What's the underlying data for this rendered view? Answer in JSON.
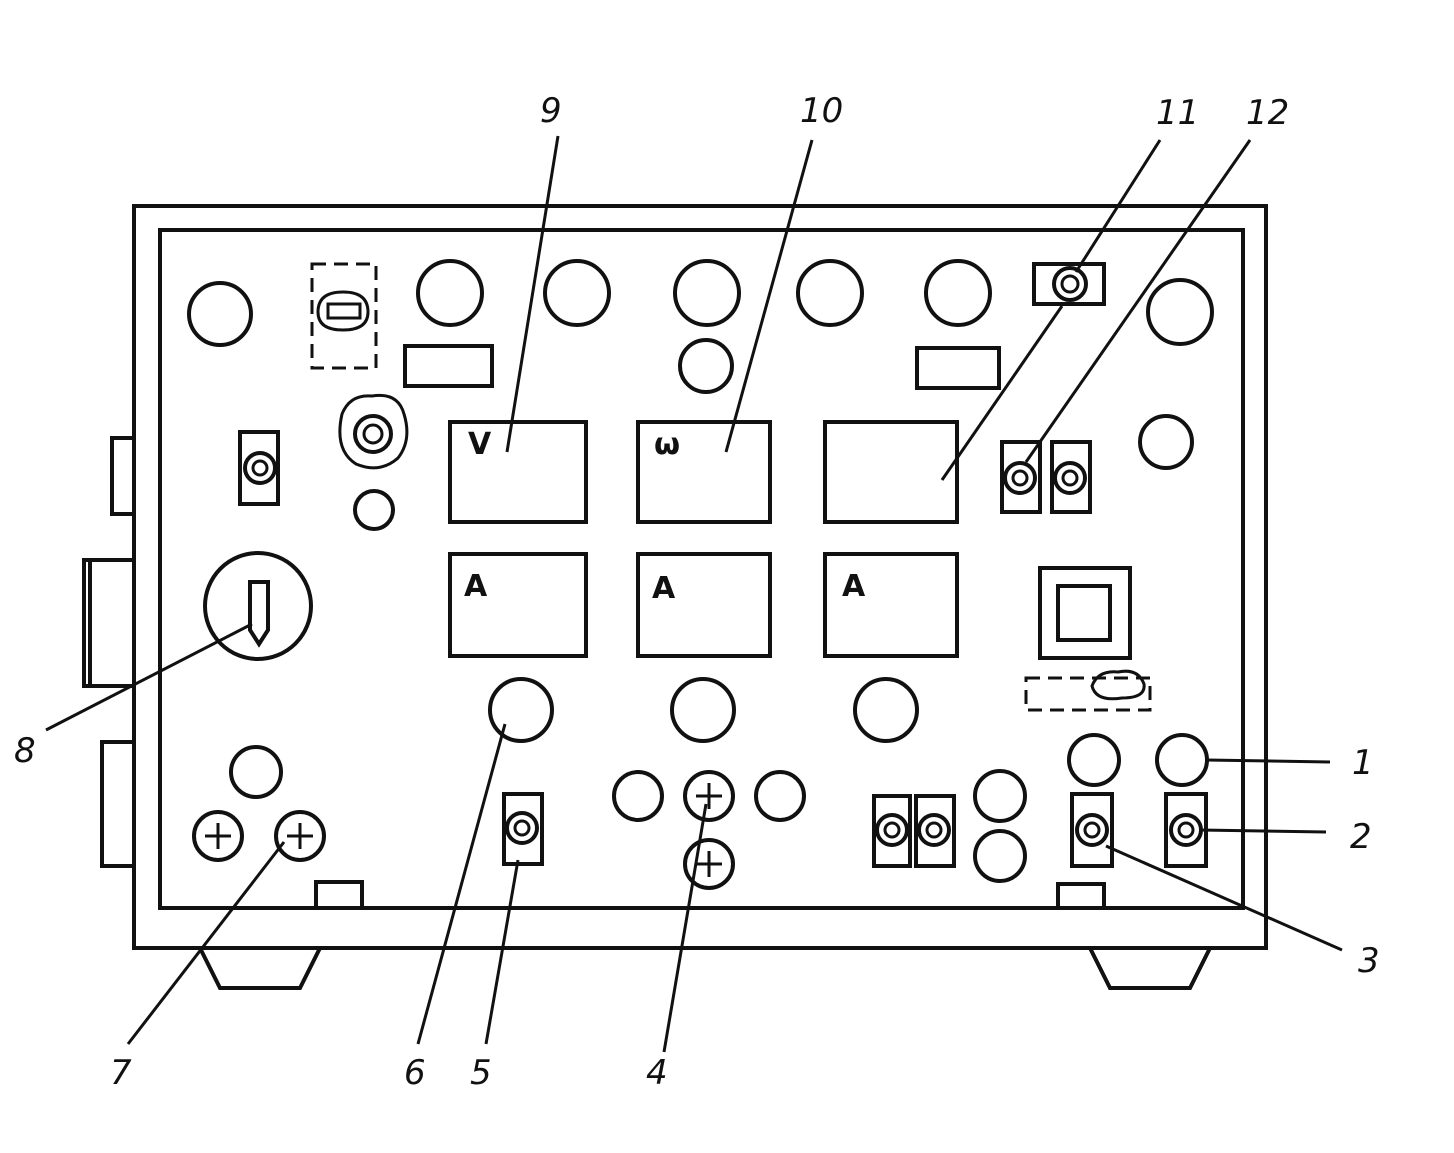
{
  "callouts": {
    "c1": "1",
    "c2": "2",
    "c3": "3",
    "c4": "4",
    "c5": "5",
    "c6": "6",
    "c7": "7",
    "c8": "8",
    "c9": "9",
    "c10": "10",
    "c11": "11",
    "c12": "12"
  },
  "meters": {
    "top_left": "V",
    "top_middle": "ω",
    "top_right": "",
    "bottom_left": "A",
    "bottom_middle": "A",
    "bottom_right": "A"
  }
}
